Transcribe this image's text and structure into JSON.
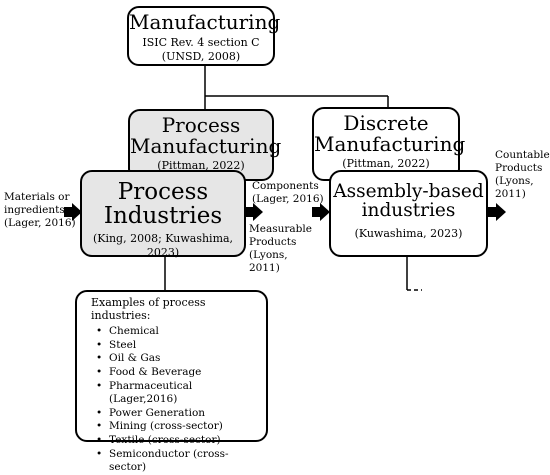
{
  "manufacturing": {
    "title": "Manufacturing",
    "line1": "ISIC Rev. 4 section C",
    "line2": "(UNSD, 2008)"
  },
  "process_manufacturing": {
    "title1": "Process",
    "title2": "Manufacturing",
    "source": "(Pittman, 2022)"
  },
  "discrete_manufacturing": {
    "title1": "Discrete",
    "title2": "Manufacturing",
    "source": "(Pittman, 2022)"
  },
  "process_industries": {
    "title1": "Process",
    "title2": "Industries",
    "source": "(King, 2008; Kuwashima, 2023)"
  },
  "assembly_industries": {
    "title1": "Assembly-based",
    "title2": "industries",
    "source": "(Kuwashima, 2023)"
  },
  "inputs": {
    "line1": "Materials or",
    "line2": "ingredients",
    "line3": "(Lager, 2016)"
  },
  "components": {
    "line1": "Components",
    "line2": "(Lager, 2016)"
  },
  "measurable": {
    "line1": "Measurable",
    "line2": "Products",
    "line3": "(Lyons,",
    "line4": "2011)"
  },
  "countable": {
    "line1": "Countable",
    "line2": "Products",
    "line3": "(Lyons,",
    "line4": "2011)"
  },
  "examples": {
    "heading": "Examples of process industries:",
    "items": [
      "Chemical",
      "Steel",
      "Oil & Gas",
      "Food & Beverage",
      "Pharmaceutical (Lager,2016)",
      "Power Generation",
      "Mining (cross-sector)",
      "Textile (cross-sector)",
      "Semiconductor (cross-sector)"
    ]
  }
}
